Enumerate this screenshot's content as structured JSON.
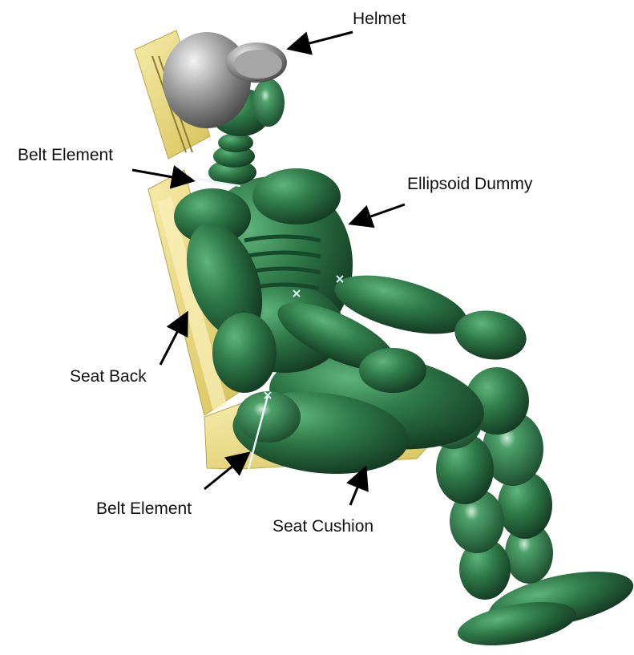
{
  "labels": {
    "helmet": "Helmet",
    "belt_upper": "Belt Element",
    "ellipsoid_dummy": "Ellipsoid Dummy",
    "seat_back": "Seat Back",
    "belt_lower": "Belt Element",
    "seat_cushion": "Seat Cushion"
  },
  "colors": {
    "dummy": "#2f7a48",
    "seat": "#ecdc86",
    "helmet": "#8a8a8a",
    "belt": "#eaf4f8"
  }
}
